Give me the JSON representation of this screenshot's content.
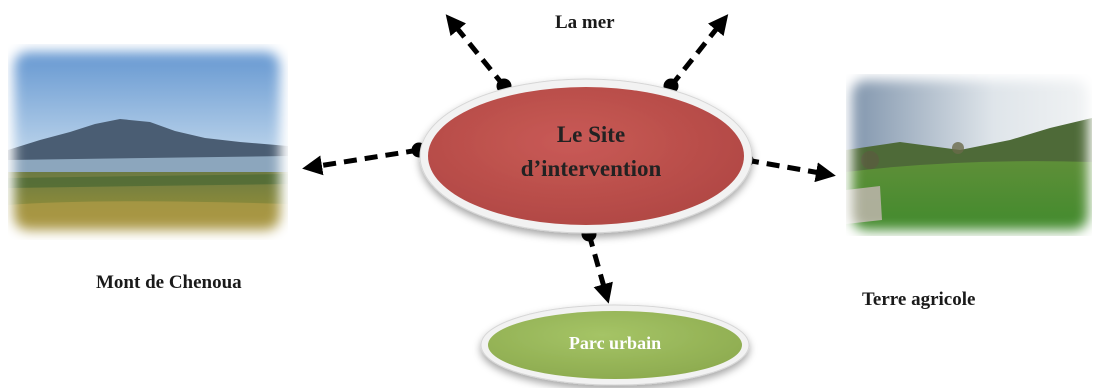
{
  "center": {
    "line1": "Le Site",
    "line2": "d’intervention",
    "fill": "#c0504d"
  },
  "labels": {
    "sea": "La mer",
    "mountain": "Mont de Chenoua",
    "farmland": "Terre agricole"
  },
  "park": {
    "label": "Parc urbain",
    "fill": "#9bbb59"
  },
  "photos": {
    "mountain": "mountain-landscape-photo",
    "farmland": "farmland-landscape-photo"
  },
  "connector_style": "dashed-arrow-from-dot"
}
